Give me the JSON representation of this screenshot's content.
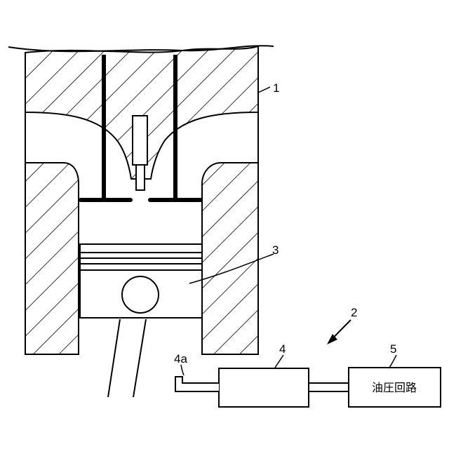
{
  "labels": {
    "engine_body": "1",
    "variable_compression_device": "2",
    "piston": "3",
    "actuator": "4",
    "actuator_port": "4a",
    "hydraulic_circuit_number": "5"
  },
  "hydraulic_circuit_text": "油圧回路",
  "colors": {
    "line": "#000000",
    "background": "#ffffff"
  }
}
